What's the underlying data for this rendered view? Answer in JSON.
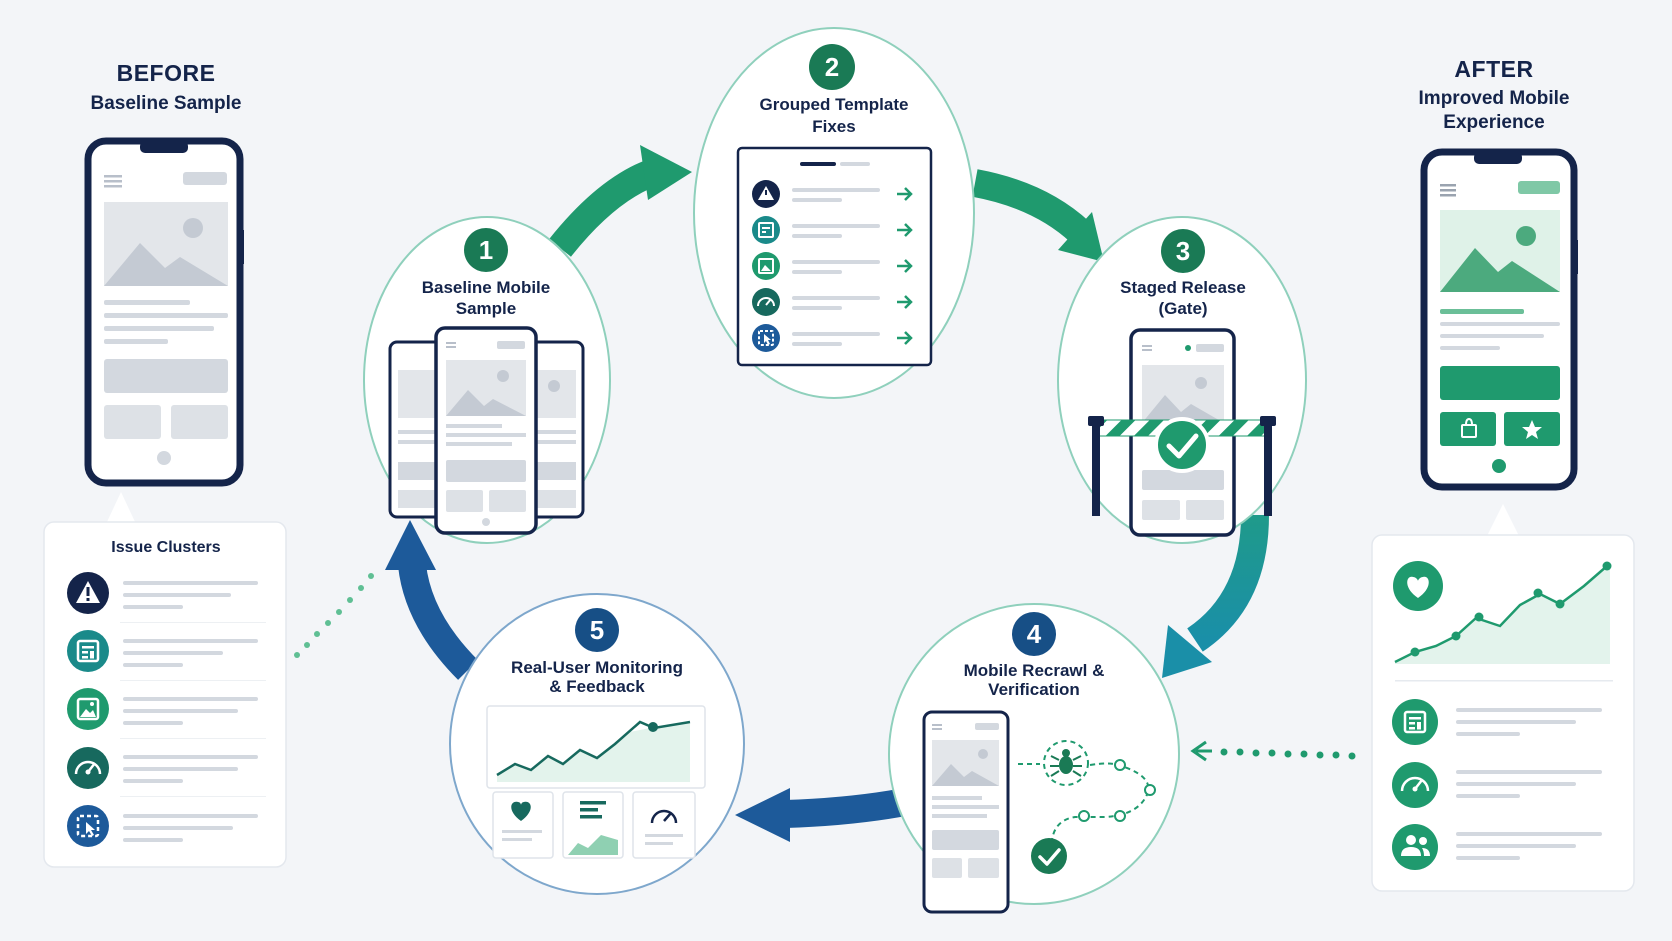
{
  "before": {
    "title": "BEFORE",
    "subtitle": "Baseline Sample"
  },
  "after": {
    "title": "AFTER",
    "subtitle_line1": "Improved Mobile",
    "subtitle_line2": "Experience"
  },
  "issue_panel": {
    "title": "Issue Clusters",
    "icons": [
      "warning-icon",
      "template-icon",
      "image-icon",
      "speed-icon",
      "tap-target-icon"
    ]
  },
  "steps": [
    {
      "number": "1",
      "line1": "Baseline Mobile",
      "line2": "Sample"
    },
    {
      "number": "2",
      "line1": "Grouped Template",
      "line2": "Fixes"
    },
    {
      "number": "3",
      "line1": "Staged Release",
      "line2": "(Gate)"
    },
    {
      "number": "4",
      "line1": "Mobile Recrawl &",
      "line2": "Verification"
    },
    {
      "number": "5",
      "line1": "Real-User Monitoring",
      "line2": "& Feedback"
    }
  ],
  "result_panel": {
    "icons": [
      "heart-icon",
      "template-icon",
      "speed-icon",
      "users-icon"
    ]
  },
  "colors": {
    "navy": "#14244a",
    "green": "#1f9a6e",
    "teal": "#1a8f9a",
    "blue": "#1d5a9a",
    "light_green": "#5fbf94",
    "circle_stroke": "#8fd0bc"
  }
}
